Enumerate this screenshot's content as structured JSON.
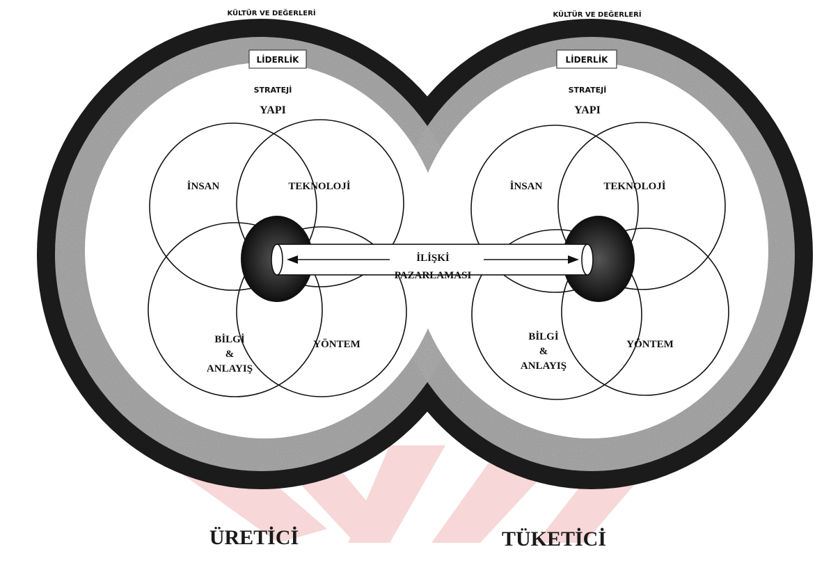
{
  "left": {
    "culture_label": "KÜLTÜR VE DEĞERLERİ",
    "leadership_label": "LİDERLİK",
    "strategy_label": "STRATEJİ",
    "structure_label": "YAPI",
    "circles": {
      "people": "İNSAN",
      "technology": "TEKNOLOJİ",
      "knowledge_line1": "BİLGİ",
      "knowledge_line2": "&",
      "knowledge_line3": "ANLAYIŞ",
      "method": "YÖNTEM"
    },
    "side_label": "ÜRETİCİ"
  },
  "right": {
    "culture_label": "KÜLTÜR VE DEĞERLERİ",
    "leadership_label": "LİDERLİK",
    "strategy_label": "STRATEJİ",
    "structure_label": "YAPI",
    "circles": {
      "people": "İNSAN",
      "technology": "TEKNOLOJİ",
      "knowledge_line1": "BİLGİ",
      "knowledge_line2": "&",
      "knowledge_line3": "ANLAYIŞ",
      "method": "YÖNTEM"
    },
    "side_label": "TÜKETİCİ"
  },
  "link": {
    "line1": "İLİŞKİ",
    "line2": "PAZARLAMASI"
  },
  "colors": {
    "outer_ring": "#1b1b1b",
    "speckle_ring": "#9a9a9a",
    "watermark": "#f4c9c9",
    "ink": "#111111"
  }
}
